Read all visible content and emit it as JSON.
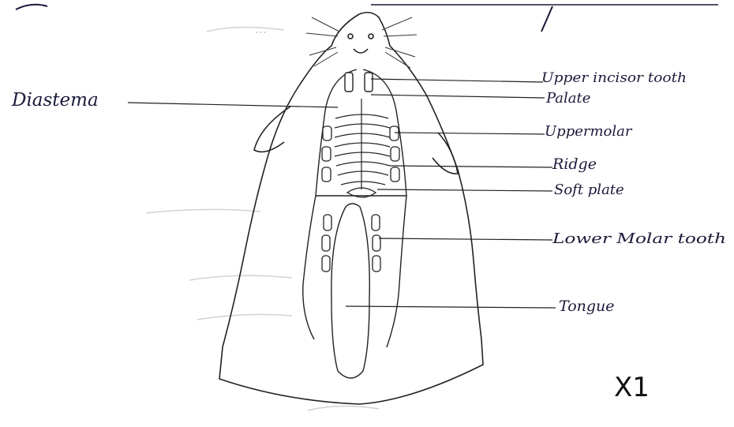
{
  "labels": {
    "diastema": "Diastema",
    "upper_incisor": "Upper incisor tooth",
    "palate": "Palate",
    "upper_molar": "Uppermolar",
    "ridge": "Ridge",
    "soft_palate": "Soft plate",
    "lower_molar": "Lower Molar tooth",
    "tongue": "Tongue"
  },
  "magnification": "X1",
  "colors": {
    "ink": "#1a1a3a",
    "line": "#222222",
    "faint": "#c4c4c4"
  }
}
